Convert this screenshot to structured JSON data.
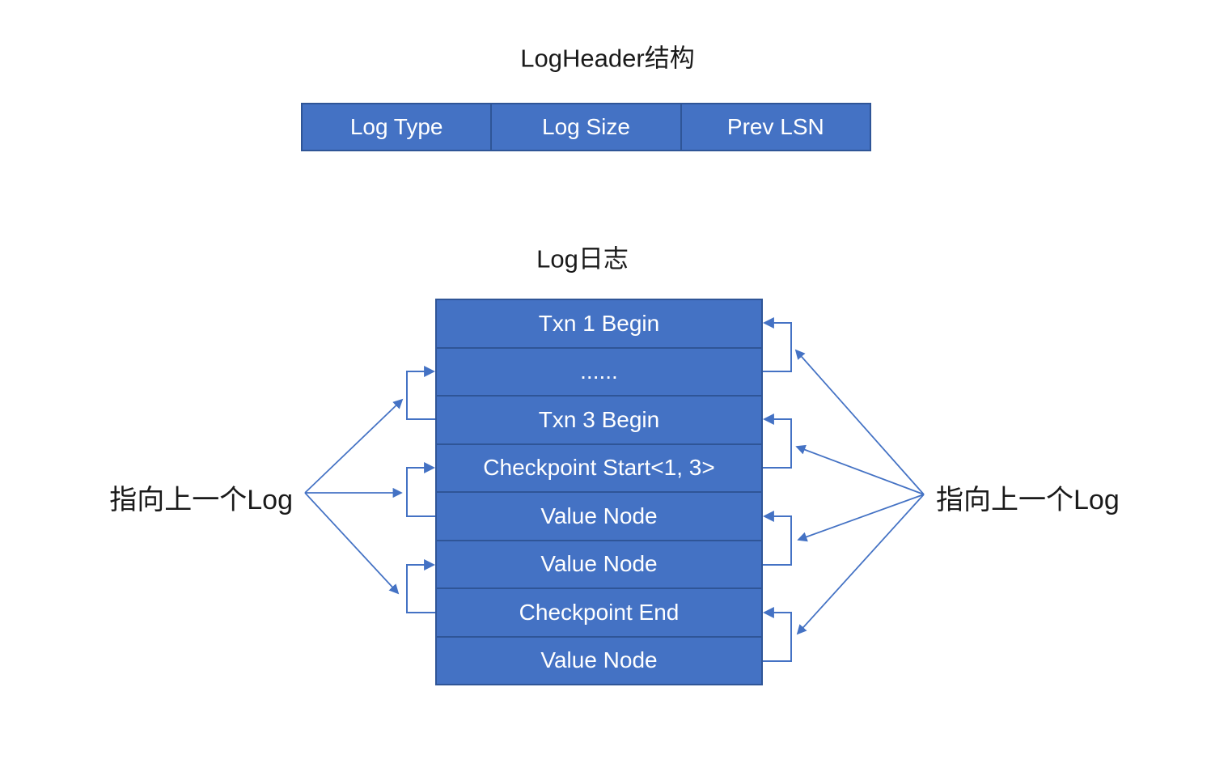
{
  "colors": {
    "cell_fill": "#4472C4",
    "cell_border": "#2F5597",
    "cell_text": "#FFFFFF",
    "connector": "#4472C4",
    "label_text": "#1A1A1A",
    "background": "#FFFFFF"
  },
  "header_section": {
    "title": "LogHeader结构",
    "fields": [
      "Log Type",
      "Log Size",
      "Prev LSN"
    ]
  },
  "log_section": {
    "title": "Log日志",
    "rows": [
      "Txn 1 Begin",
      "......",
      "Txn 3 Begin",
      "Checkpoint Start<1, 3>",
      "Value Node",
      "Value Node",
      "Checkpoint End",
      "Value Node"
    ]
  },
  "labels": {
    "left": "指向上一个Log",
    "right": "指向上一个Log"
  }
}
